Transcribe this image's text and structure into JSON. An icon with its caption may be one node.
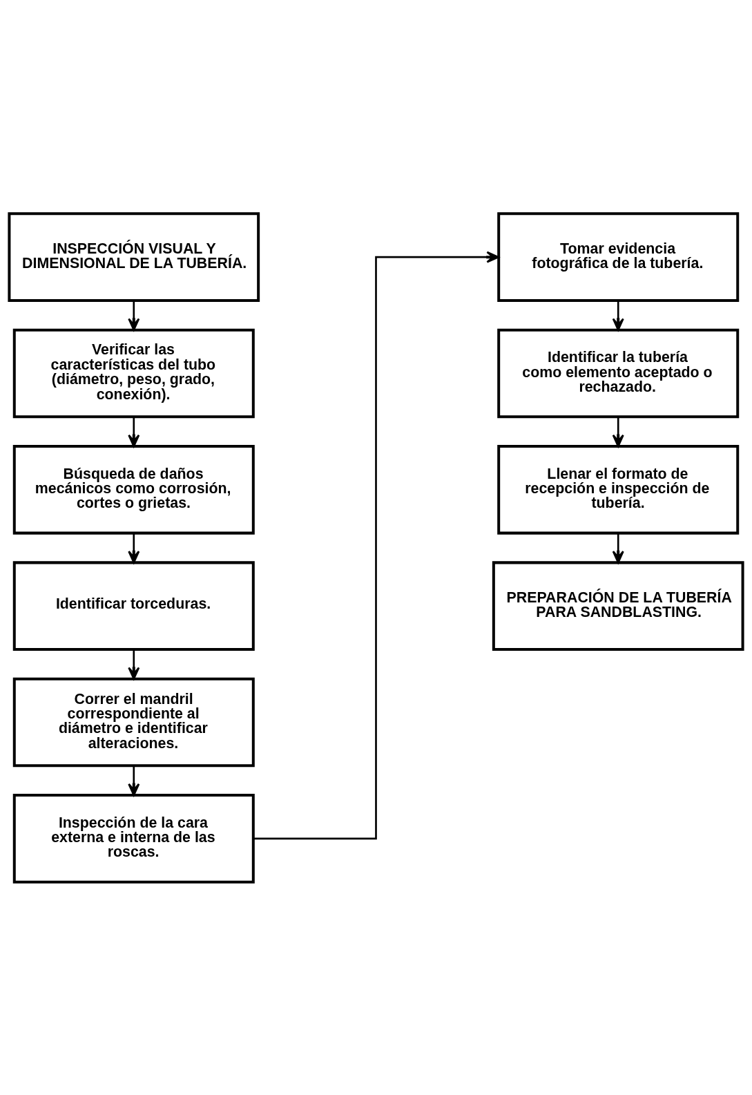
{
  "diagram": {
    "nodes": [
      {
        "text": [
          "INSPECCIÓN VISUAL Y DIMENSIONAL DE LA TUBERÍA."
        ]
      },
      {
        "text": [
          "Verificar las características del tubo (diámetro, peso, grado, conexión)."
        ]
      },
      {
        "text": [
          "Búsqueda de daños mecánicos como corrosión, cortes o grietas."
        ]
      },
      {
        "text": [
          "Identificar torceduras."
        ]
      },
      {
        "text": [
          "Correr el mandril correspondiente al diámetro e identificar alteraciones."
        ]
      },
      {
        "text": [
          "Inspección de la cara externa e interna de las roscas."
        ]
      },
      {
        "text": [
          "Tomar evidencia fotográfica de la tubería."
        ]
      },
      {
        "text": [
          "Identificar la tubería como elemento aceptado o rechazado."
        ]
      },
      {
        "text": [
          "Llenar el formato de recepción e inspección de tubería."
        ]
      },
      {
        "text": [
          "PREPARACIÓN DE LA TUBERÍA PARA SANDBLASTING."
        ]
      }
    ],
    "edges": [
      {
        "from": 0,
        "to": 1,
        "arrow": "to"
      },
      {
        "from": 1,
        "to": 2,
        "arrow": "to"
      },
      {
        "from": 2,
        "to": 3,
        "arrow": "to"
      },
      {
        "from": 3,
        "to": 4,
        "arrow": "to"
      },
      {
        "from": 4,
        "to": 5,
        "arrow": "to"
      },
      {
        "from": 5,
        "to": 6,
        "arrow": "to"
      },
      {
        "from": 6,
        "to": 7,
        "arrow": "to"
      },
      {
        "from": 7,
        "to": 8,
        "arrow": "to"
      },
      {
        "from": 8,
        "to": 9,
        "arrow": "to"
      }
    ]
  }
}
